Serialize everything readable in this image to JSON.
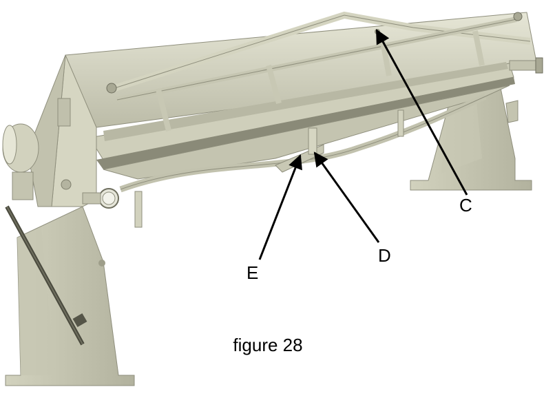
{
  "figure": {
    "caption": "figure 28",
    "callouts": {
      "c": "C",
      "d": "D",
      "e": "E"
    }
  },
  "colors": {
    "machine_body": "#d8d8c4",
    "machine_shadow": "#a9a995",
    "machine_highlight": "#ecece0",
    "background": "#ffffff"
  }
}
